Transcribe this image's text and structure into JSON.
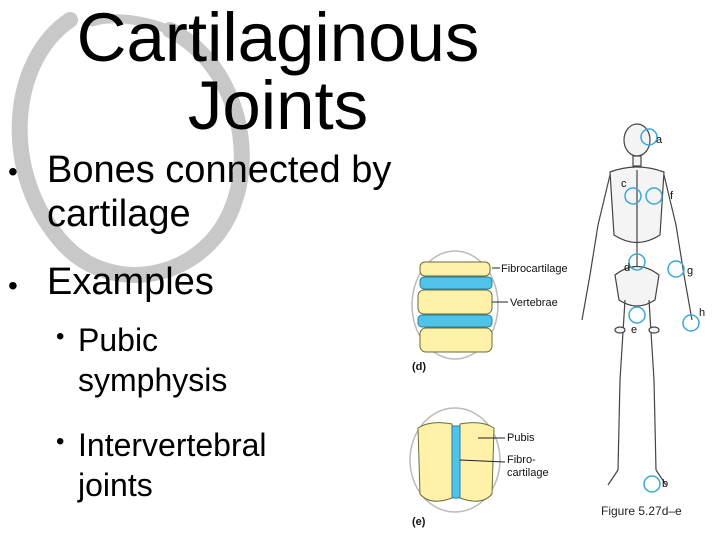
{
  "slide": {
    "title": "Cartilaginous Joints",
    "bullets": [
      {
        "level": 1,
        "text": "Bones connected by cartilage"
      },
      {
        "level": 1,
        "text": "Examples"
      },
      {
        "level": 2,
        "text": "Pubic symphysis"
      },
      {
        "level": 2,
        "text": "Intervertebral joints"
      }
    ],
    "figure": {
      "labels": {
        "fibrocartilage": "Fibrocartilage",
        "vertebrae": "Vertebrae",
        "pubis": "Pubis",
        "fibro_cartilage": "Fibro-\ncartilage",
        "panel_d": "(d)",
        "panel_e": "(e)",
        "skeleton_markers": [
          "a",
          "c",
          "f",
          "d",
          "g",
          "h",
          "e",
          "b"
        ]
      },
      "caption": "Figure 5.27d–e"
    },
    "colors": {
      "cartilage_blue": "#4FC3E8",
      "bone_yellow": "#FFF2A8",
      "swirl_gray": "#c8c8c8"
    }
  }
}
